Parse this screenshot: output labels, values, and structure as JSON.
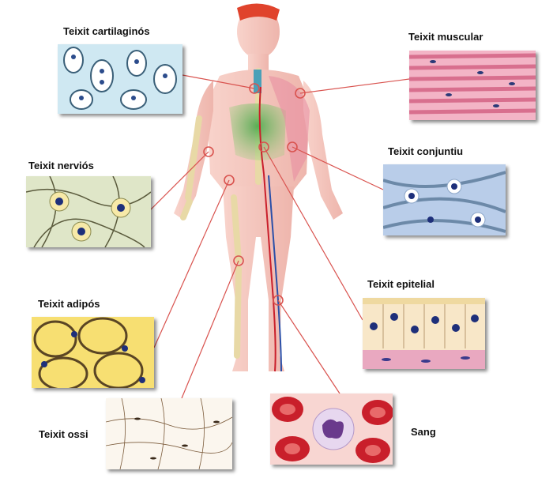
{
  "tissues": {
    "cartilaginos": "Teixit cartilaginós",
    "muscular": "Teixit muscular",
    "nervios": "Teixit nerviós",
    "conjuntiu": "Teixit conjuntiu",
    "adipos": "Teixit adipós",
    "epitelial": "Teixit epitelial",
    "ossi": "Teixit ossi",
    "sang": "Sang"
  },
  "colors": {
    "leader_line": "#d9534f",
    "marker": "#d9534f",
    "body_skin": "#f6c9c2",
    "skeleton": "#f3e6b8",
    "muscle_tissue": "#e58aa6",
    "adipose_fill": "#f7df72",
    "cartilage_bg": "#cfe8f2",
    "connective_bg": "#b9cde9",
    "blood_red": "#c91f2b"
  }
}
